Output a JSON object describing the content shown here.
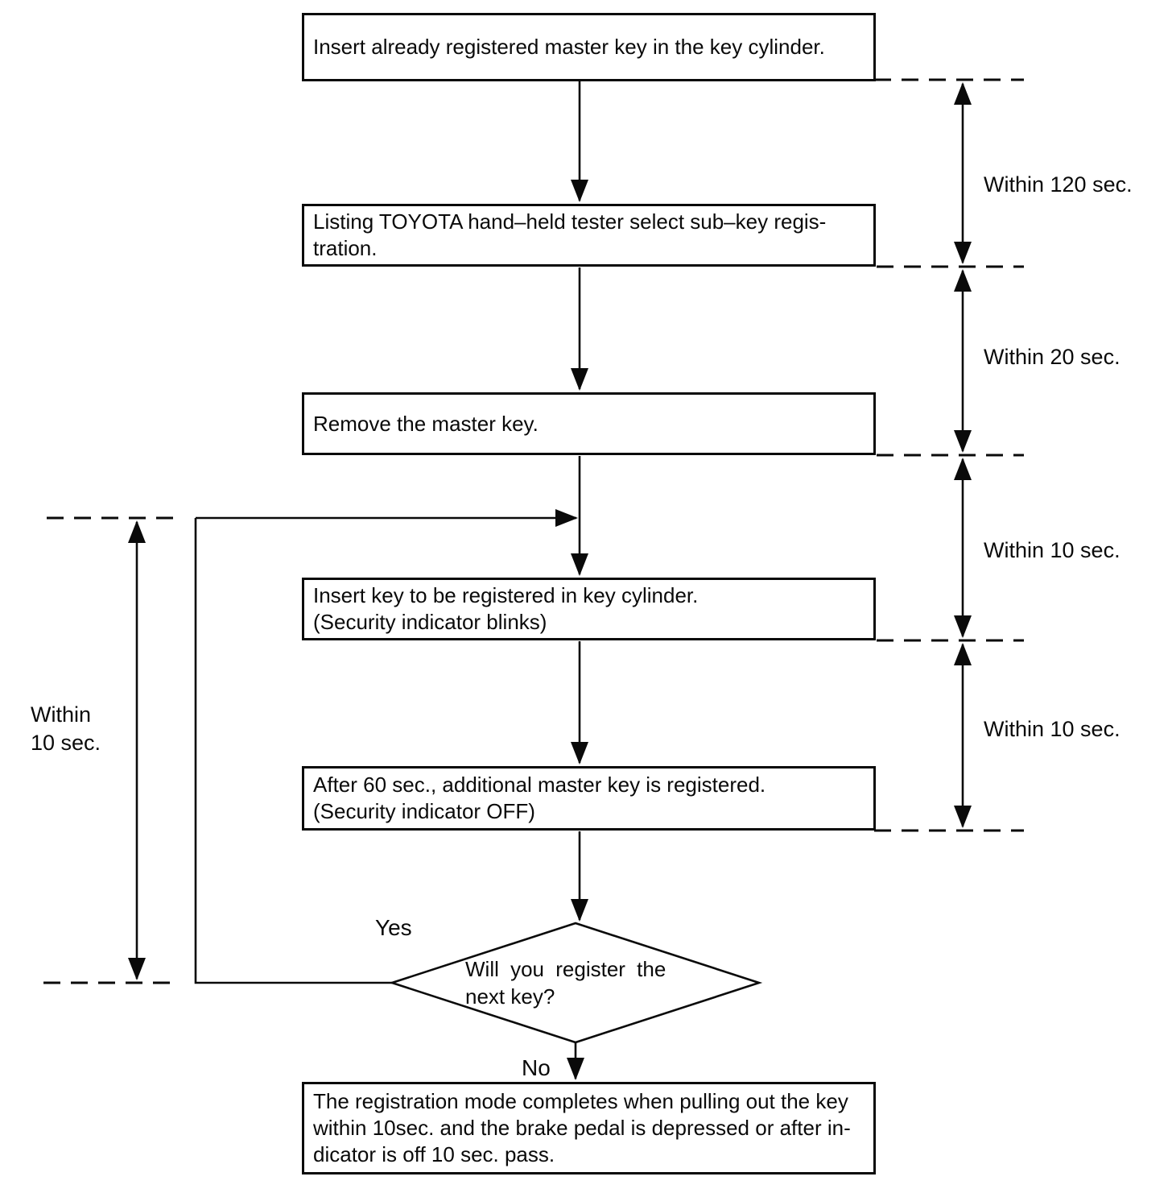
{
  "flowchart": {
    "steps": [
      {
        "lines": [
          "Insert already registered master key in the key cylinder."
        ]
      },
      {
        "lines": [
          "Listing TOYOTA hand–held tester select sub–key regis-",
          "tration."
        ]
      },
      {
        "lines": [
          "Remove the master key."
        ]
      },
      {
        "lines": [
          "Insert key to be registered in key cylinder.",
          "(Security indicator blinks)"
        ]
      },
      {
        "lines": [
          "After 60 sec., additional master key is registered.",
          "(Security indicator OFF)"
        ]
      },
      {
        "lines": [
          "The registration mode completes when pulling out the key",
          "within 10sec. and the brake pedal is depressed or after in-",
          "dicator is off 10 sec. pass."
        ]
      }
    ],
    "decision": {
      "line1": "Will you register the",
      "line2": "next key?"
    },
    "labels": {
      "yes": "Yes",
      "no": "No"
    },
    "timings": {
      "right": [
        "Within 120 sec.",
        "Within 20 sec.",
        "Within 10 sec.",
        "Within 10 sec."
      ],
      "left_line1": "Within",
      "left_line2": "10 sec."
    },
    "colors": {
      "ink": "#0a0a0a",
      "paper": "#ffffff"
    }
  }
}
